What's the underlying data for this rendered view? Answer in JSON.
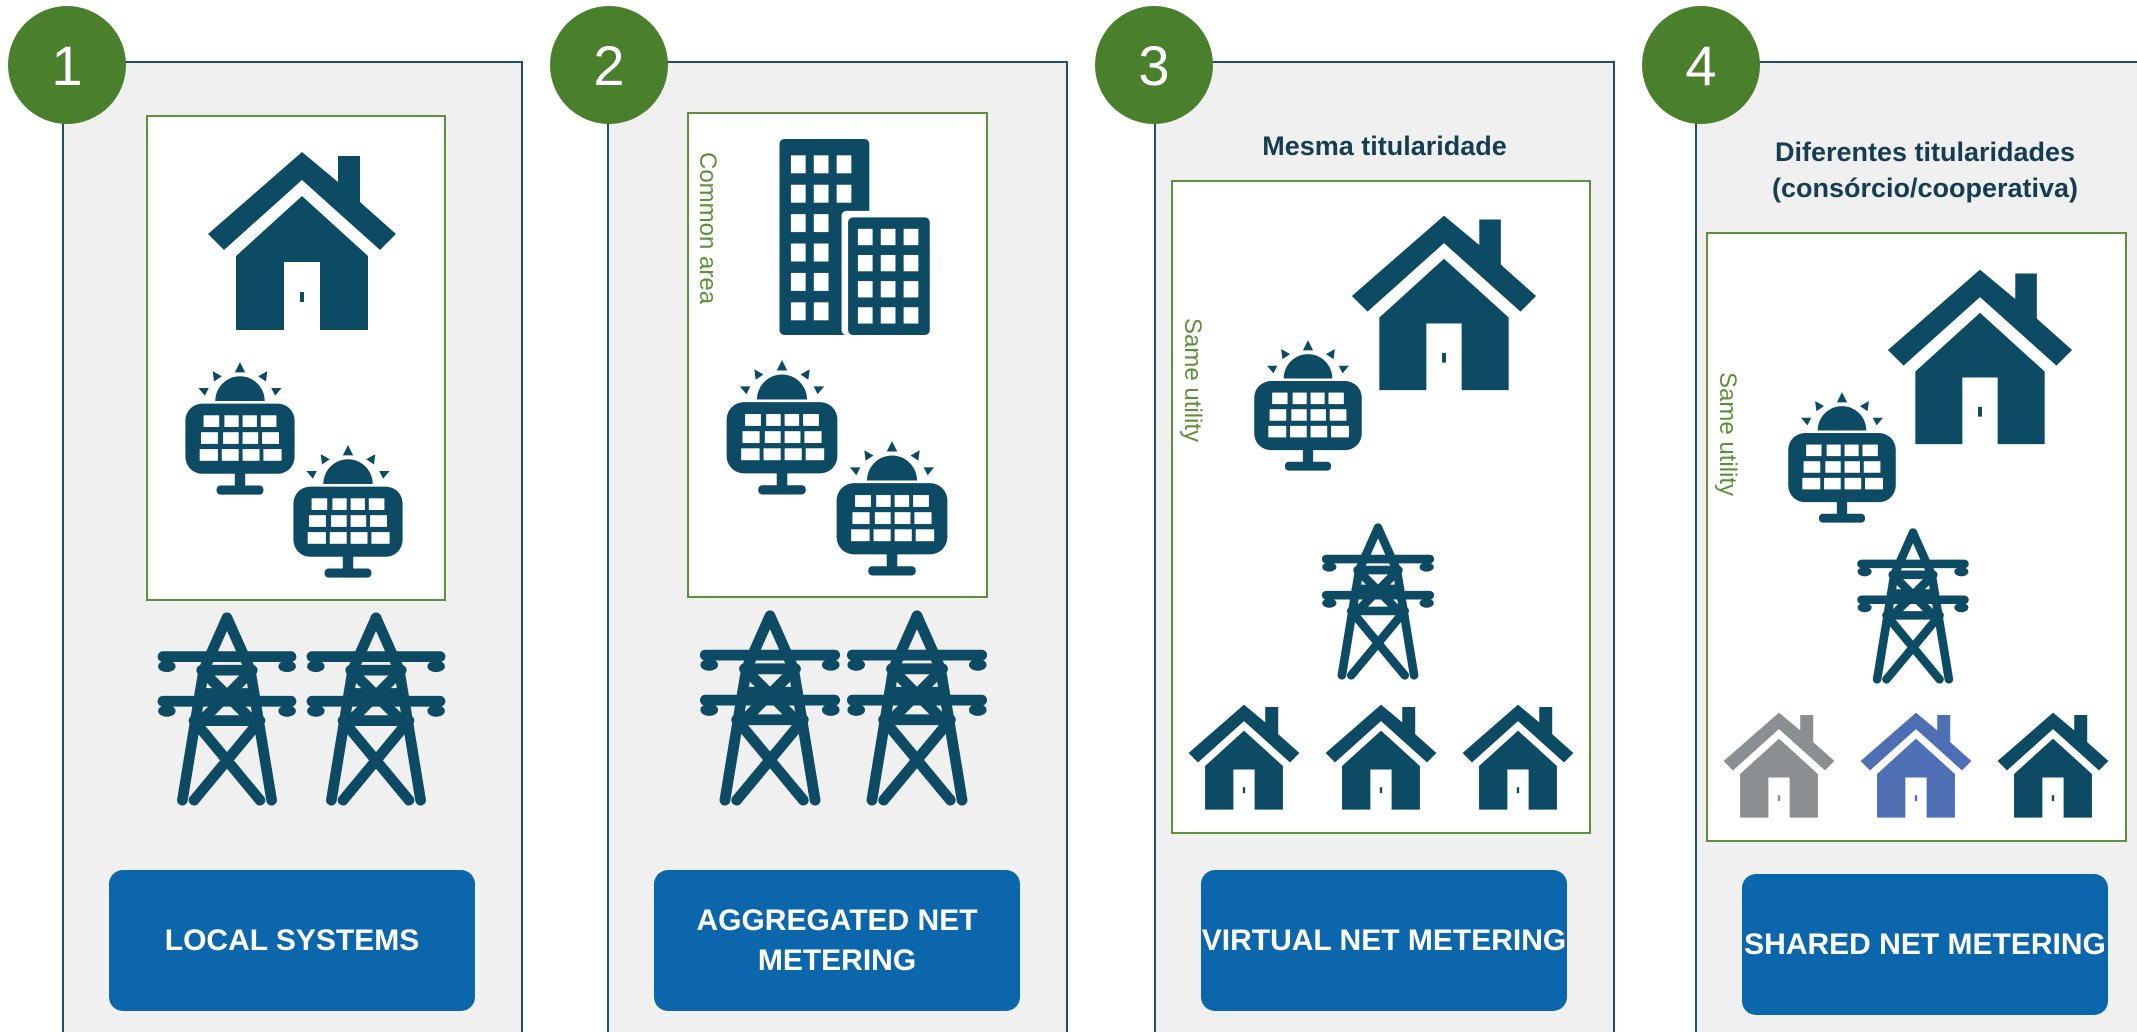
{
  "colors": {
    "icon": "#0d4a63",
    "green": "#4a7f2c",
    "button": "#0b66ac",
    "panel": "#f0f0f0",
    "house_gray": "#8c8f92",
    "house_blue": "#4f6fb4"
  },
  "icons": [
    "house-icon",
    "buildings-icon",
    "solar-panel-icon",
    "transmission-tower-icon"
  ],
  "panels": [
    {
      "number": "1",
      "button": "LOCAL SYSTEMS"
    },
    {
      "number": "2",
      "box_label": "Common area",
      "button": "AGGREGATED NET\nMETERING"
    },
    {
      "number": "3",
      "title": "Mesma titularidade",
      "box_label": "Same utility",
      "button": "VIRTUAL NET METERING"
    },
    {
      "number": "4",
      "title": "Diferentes titularidades\n(consórcio/cooperativa)",
      "box_label": "Same utility",
      "button": "SHARED NET METERING"
    }
  ]
}
